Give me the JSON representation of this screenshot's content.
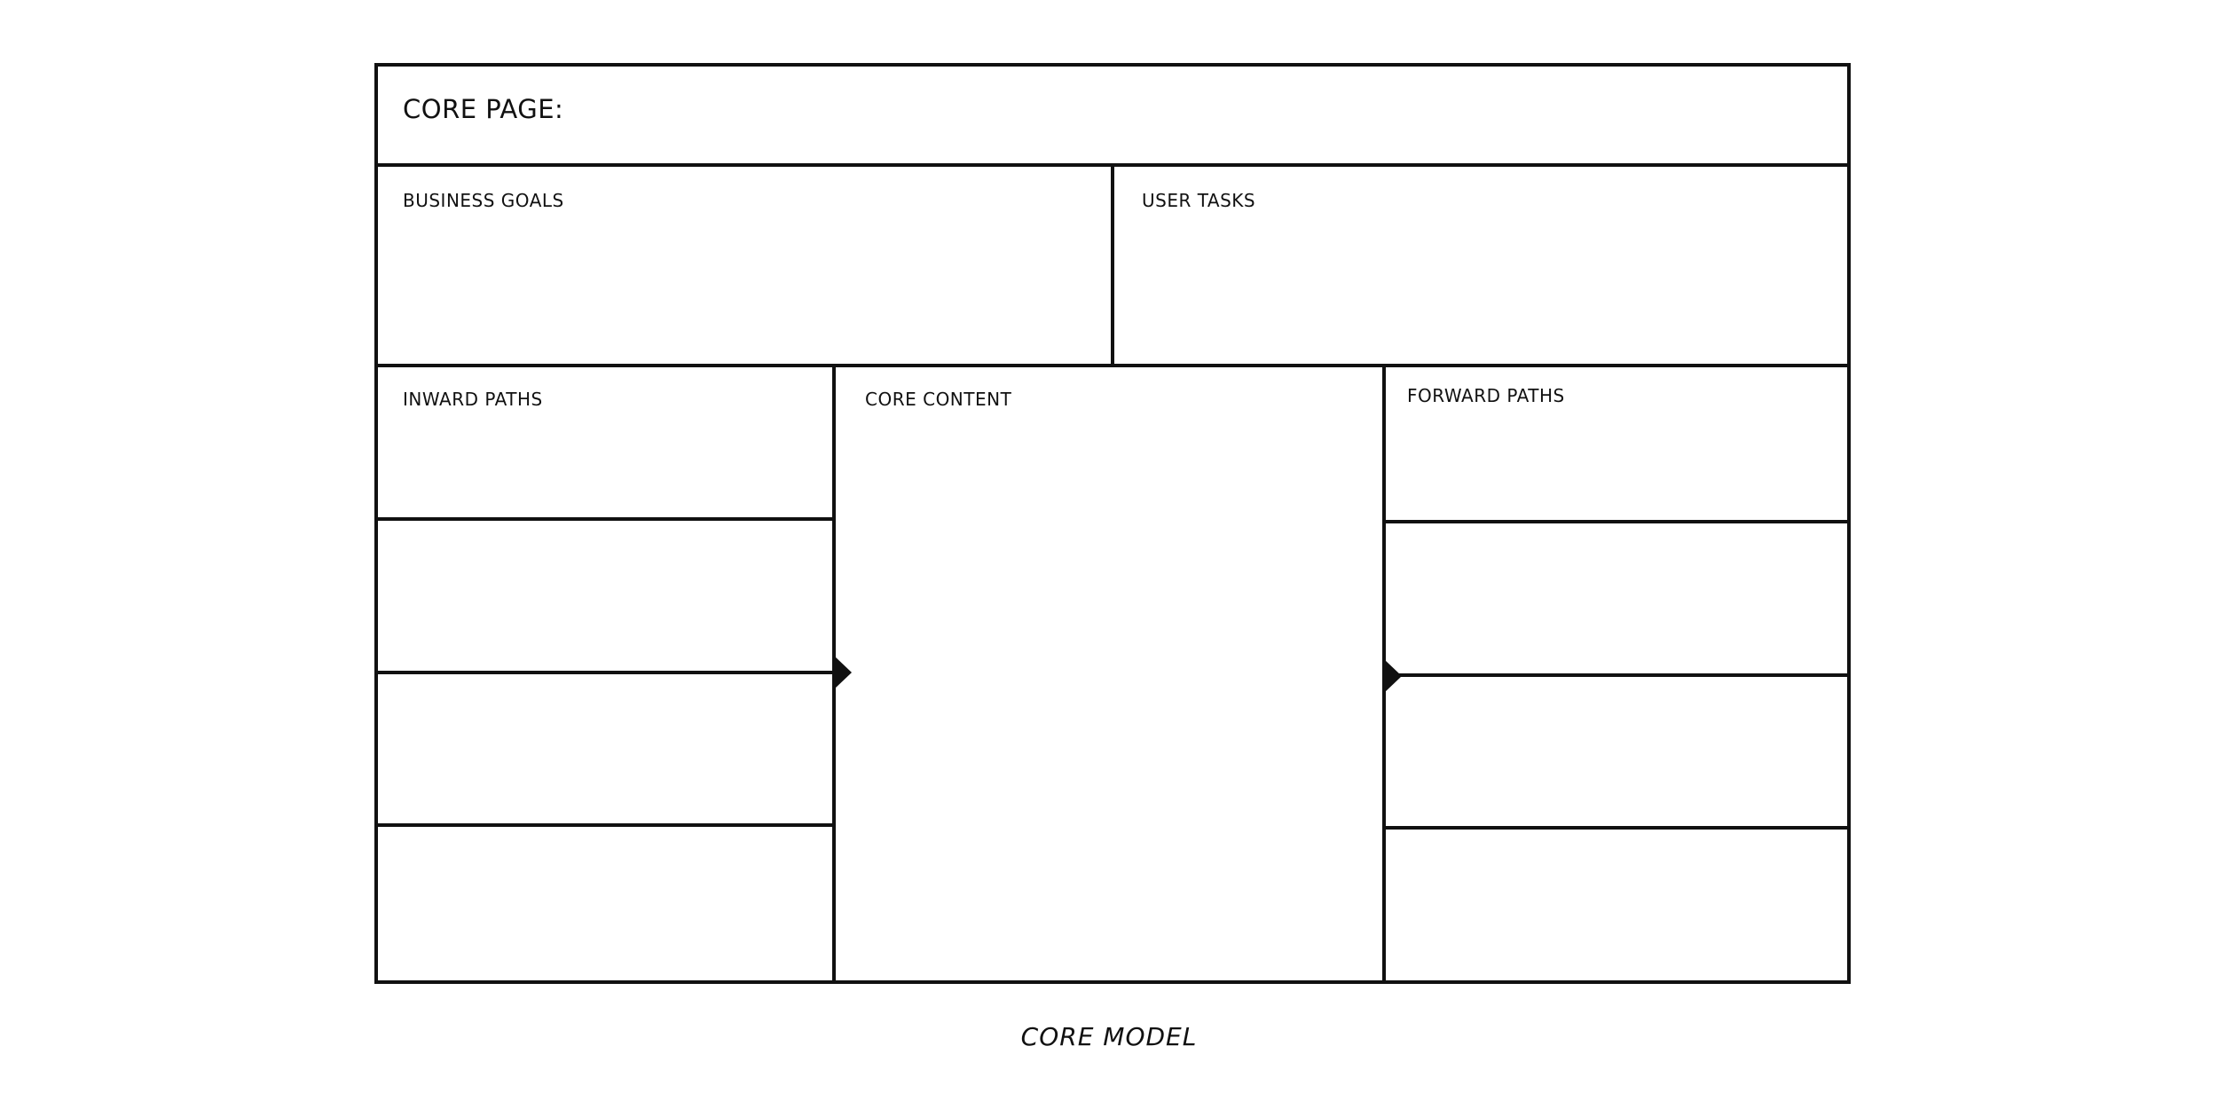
{
  "diagram": {
    "header": {
      "title": "CORE PAGE:"
    },
    "top_sections": {
      "business_goals": "BUSINESS GOALS",
      "user_tasks": "USER TASKS"
    },
    "columns": {
      "inward_paths": "INWARD PATHS",
      "core_content": "CORE CONTENT",
      "forward_paths": "FORWARD PATHS"
    },
    "caption": "CORE MODEL",
    "colors": {
      "line": "#111111",
      "background": "#ffffff"
    },
    "icons": {
      "inward_arrow": "triangle-right-icon",
      "forward_arrow": "triangle-right-icon"
    }
  }
}
